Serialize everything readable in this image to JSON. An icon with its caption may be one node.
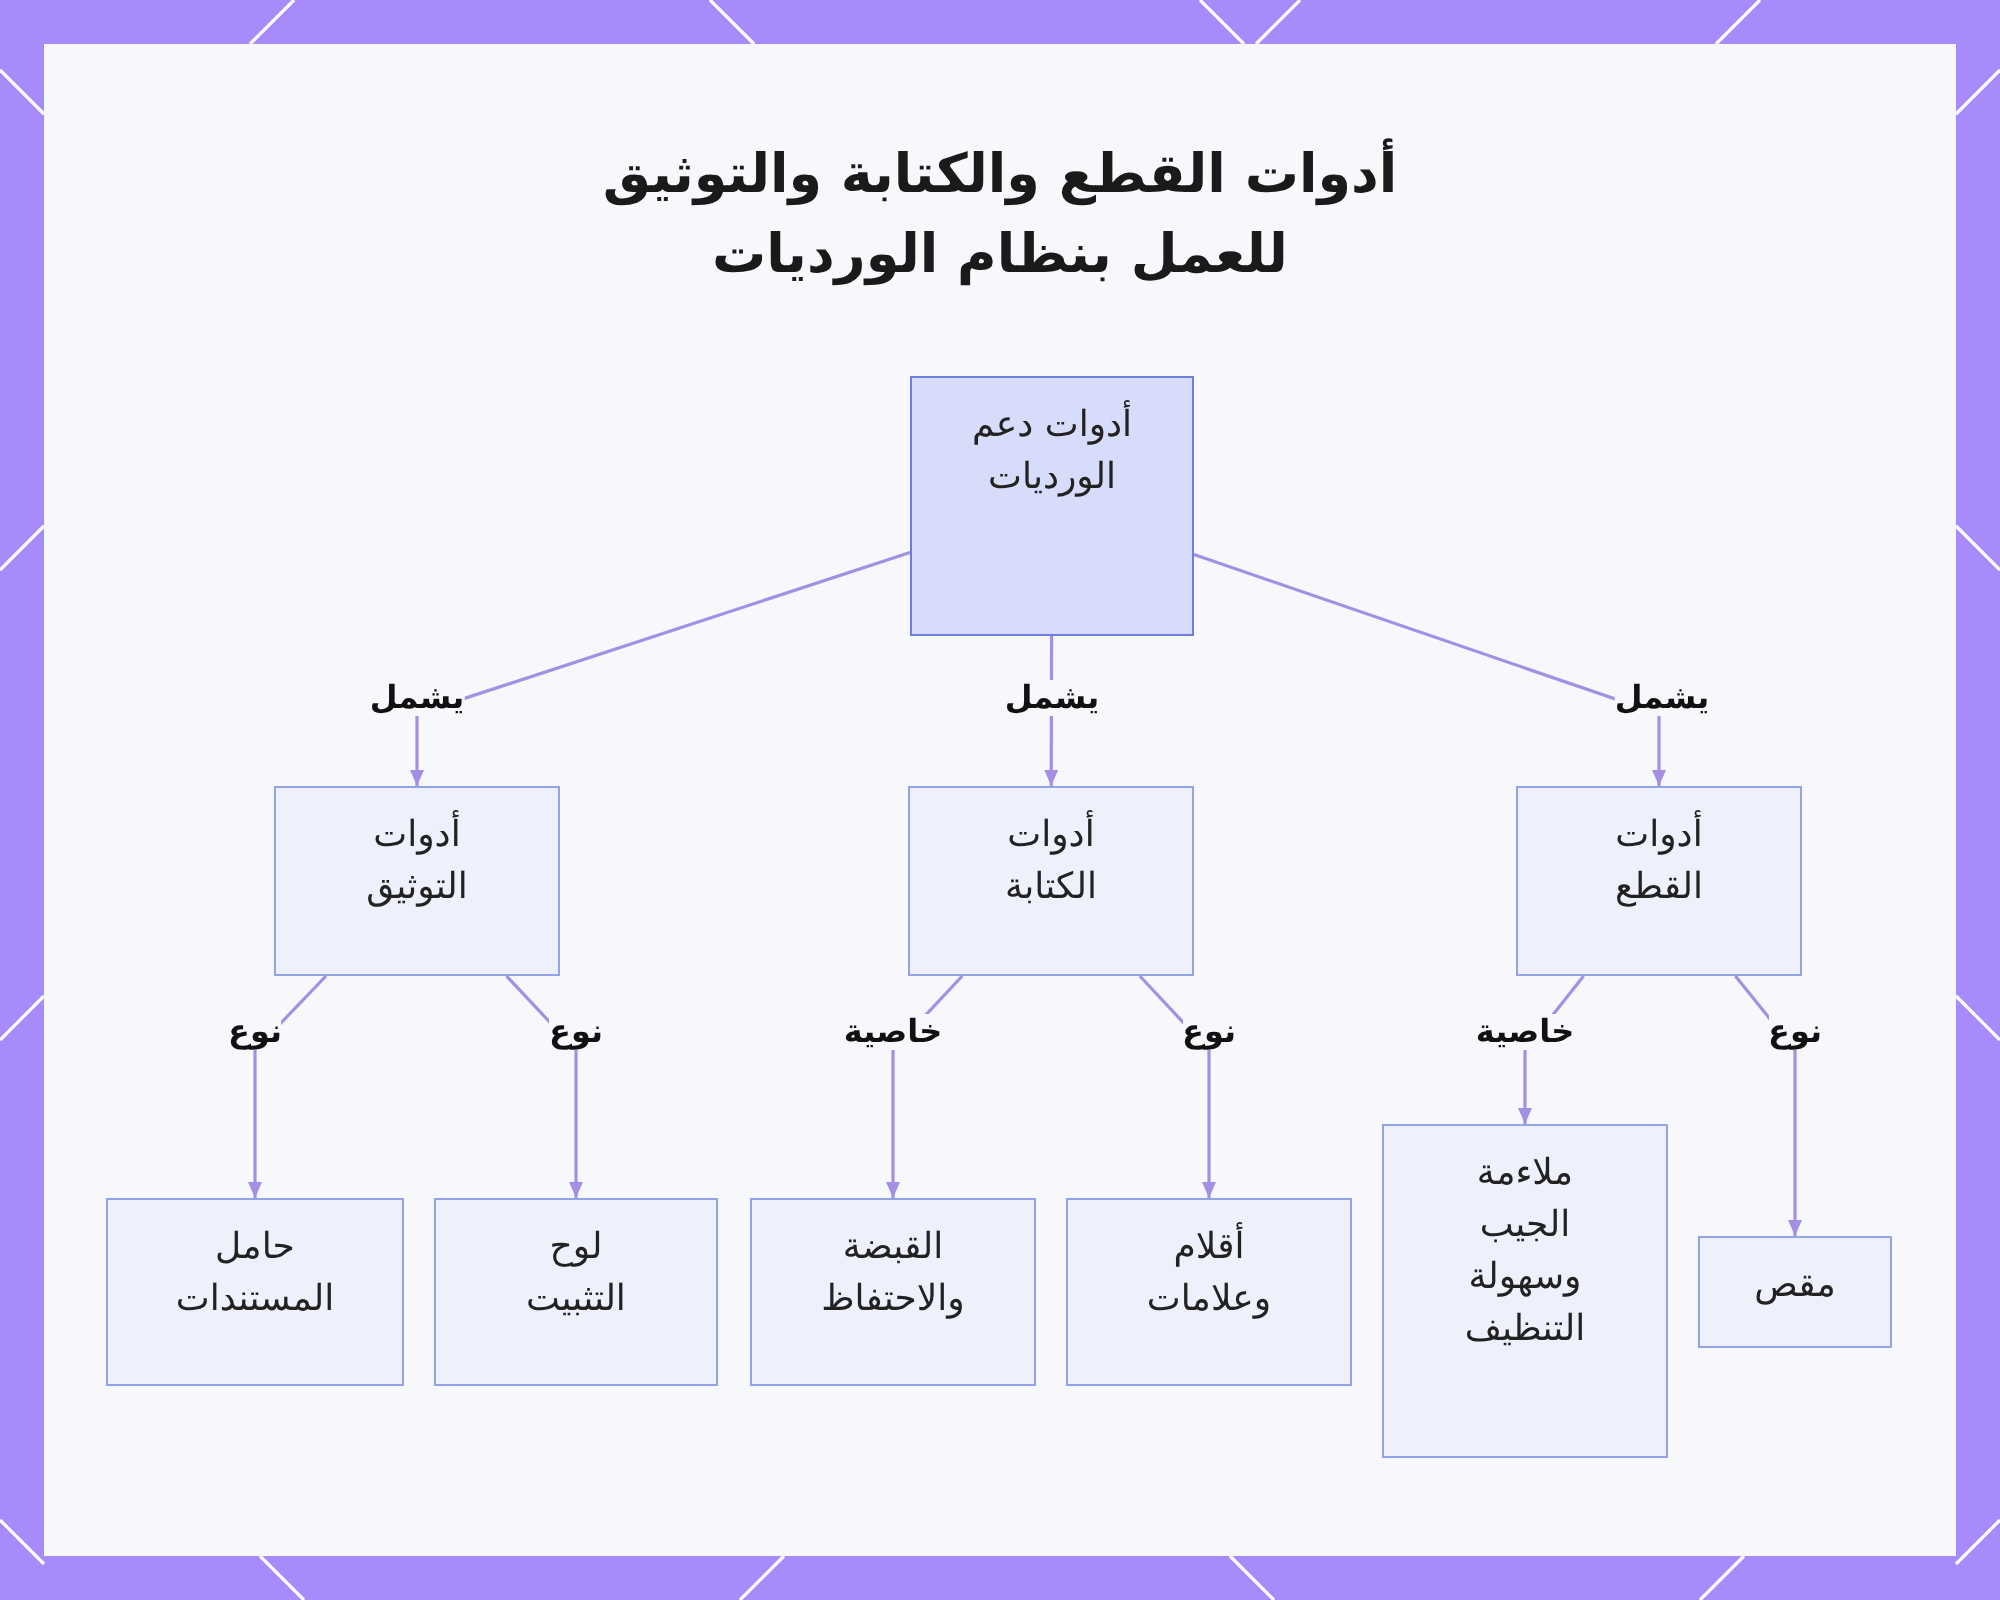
{
  "diagram": {
    "title": "أدوات القطع والكتابة والتوثيق للعمل بنظام الورديات",
    "nodes": [
      {
        "text": [
          "أدوات دعم الورديات"
        ]
      },
      {
        "text": [
          "أدوات التوثيق"
        ]
      },
      {
        "text": [
          "أدوات الكتابة"
        ]
      },
      {
        "text": [
          "أدوات القطع"
        ]
      },
      {
        "text": [
          "حامل المستندات"
        ]
      },
      {
        "text": [
          "لوح التثبيت"
        ]
      },
      {
        "text": [
          "القبضة والاحتفاظ"
        ]
      },
      {
        "text": [
          "أقلام وعلامات"
        ]
      },
      {
        "text": [
          "ملاءمة الجيب وسهولة التنظيف"
        ]
      },
      {
        "text": [
          "مقص"
        ]
      }
    ],
    "edges": [
      {
        "from": 0,
        "to": 1,
        "arrow": "to",
        "label": "يشمل"
      },
      {
        "from": 0,
        "to": 2,
        "arrow": "to",
        "label": "يشمل"
      },
      {
        "from": 0,
        "to": 3,
        "arrow": "to",
        "label": "يشمل"
      },
      {
        "from": 1,
        "to": 4,
        "arrow": "to",
        "label": "نوع"
      },
      {
        "from": 1,
        "to": 5,
        "arrow": "to",
        "label": "نوع"
      },
      {
        "from": 2,
        "to": 6,
        "arrow": "to",
        "label": "خاصية"
      },
      {
        "from": 2,
        "to": 7,
        "arrow": "to",
        "label": "نوع"
      },
      {
        "from": 3,
        "to": 8,
        "arrow": "to",
        "label": "خاصية"
      },
      {
        "from": 3,
        "to": 9,
        "arrow": "to",
        "label": "نوع"
      }
    ]
  }
}
